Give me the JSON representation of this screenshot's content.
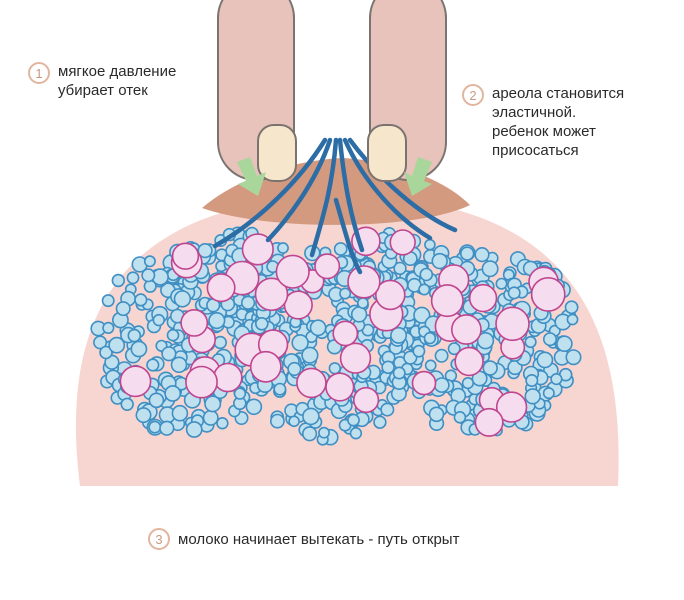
{
  "title": "",
  "colors": {
    "finger": "#e8c3bb",
    "finger_outline": "#7a7370",
    "nail": "#f6e6cc",
    "breast": "#f7d6d2",
    "areola": "#d49a80",
    "duct": "#2d6da5",
    "arrow": "#a9d69a",
    "alveoli_blue": "#bfe0ef",
    "alveoli_blue_stroke": "#3f8fc3",
    "alveoli_pink": "#f6dcef",
    "alveoli_pink_stroke": "#c0458f",
    "number_circle": "#e2b59e"
  },
  "callouts": [
    {
      "number": "1",
      "text": "мягкое давление\nубирает отек"
    },
    {
      "number": "2",
      "text": "ареола становится\nэластичной.\nребенок может\nприсосаться"
    },
    {
      "number": "3",
      "text": "молоко начинает вытекать - путь открыт"
    }
  ]
}
